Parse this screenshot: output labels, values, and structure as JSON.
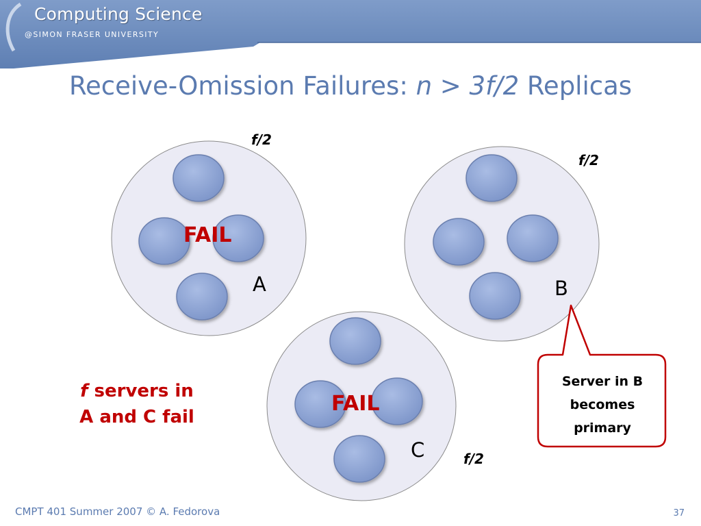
{
  "header": {
    "brand_title": "Computing Science",
    "brand_subtitle": "@SIMON FRASER UNIVERSITY"
  },
  "slide": {
    "title_prefix": "Receive-Omission Failures: ",
    "title_n": "n",
    "title_gt": " > ",
    "title_expr": "3f/2",
    "title_suffix": " Replicas"
  },
  "clusters": [
    {
      "label": "A",
      "fraction_label": "f/2",
      "fail_label": "FAIL"
    },
    {
      "label": "B",
      "fraction_label": "f/2"
    },
    {
      "label": "C",
      "fraction_label": "f/2",
      "fail_label": "FAIL"
    }
  ],
  "note": {
    "f": "f",
    "line1_rest": " servers in",
    "line2": "A and C fail"
  },
  "callout": {
    "line1": "Server in B",
    "line2": "becomes",
    "line3": "primary"
  },
  "footer": {
    "course": "CMPT 401 Summer 2007  © A. Fedorova",
    "page_number": "37"
  },
  "colors": {
    "header_blue": "#6f8fbf",
    "title_blue": "#5b7bb0",
    "cluster_fill": "#ebebf5",
    "server_fill": "#8ea5d6",
    "fail_red": "#c00000",
    "callout_border": "#c00000"
  }
}
